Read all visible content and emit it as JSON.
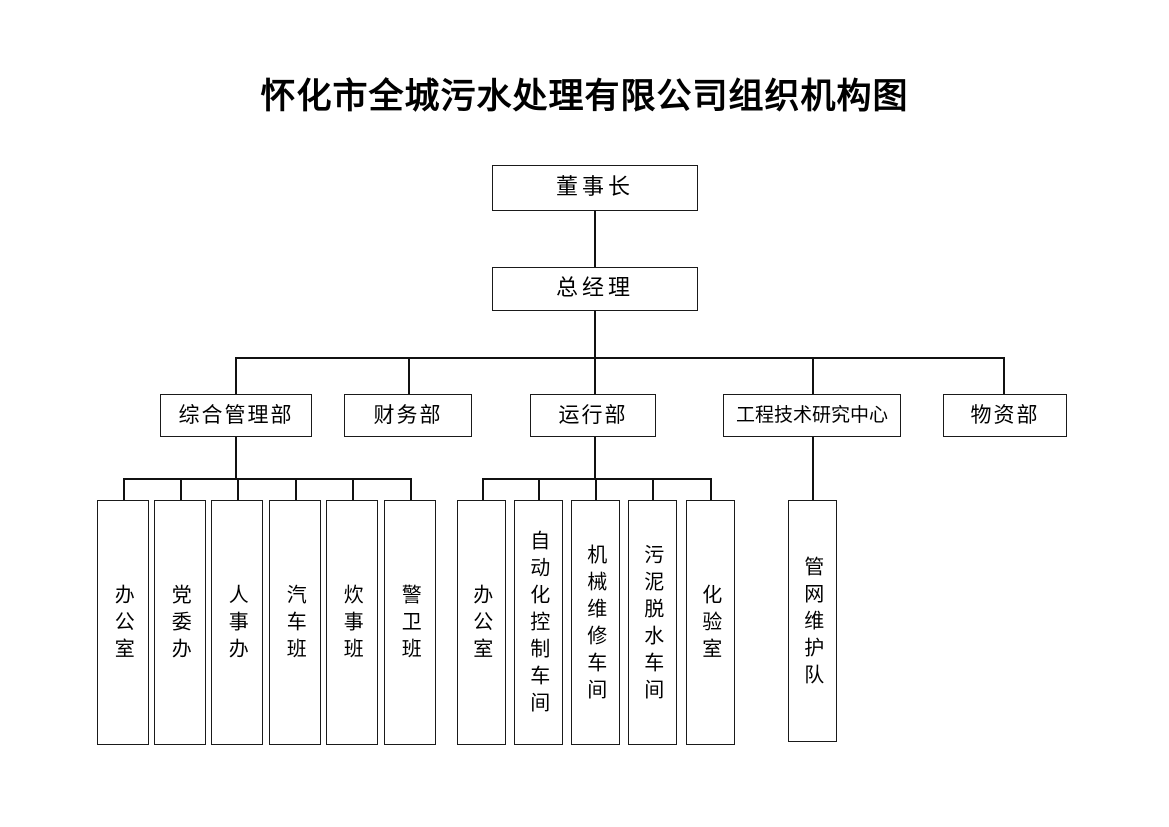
{
  "document": {
    "title": "怀化市全城污水处理有限公司组织机构图"
  },
  "chart_data": {
    "type": "diagram",
    "diagram_kind": "organizational-chart",
    "orientation": "top-down",
    "title": "怀化市全城污水处理有限公司组织机构图",
    "levels": 4,
    "node_count": 20,
    "nodes": [
      {
        "id": "chairman",
        "label": "董事长",
        "level": 1,
        "parent": null,
        "text_direction": "horizontal"
      },
      {
        "id": "general-manager",
        "label": "总经理",
        "level": 2,
        "parent": "chairman",
        "text_direction": "horizontal"
      },
      {
        "id": "dept-general-management",
        "label": "综合管理部",
        "level": 3,
        "parent": "general-manager",
        "text_direction": "horizontal"
      },
      {
        "id": "dept-finance",
        "label": "财务部",
        "level": 3,
        "parent": "general-manager",
        "text_direction": "horizontal"
      },
      {
        "id": "dept-operations",
        "label": "运行部",
        "level": 3,
        "parent": "general-manager",
        "text_direction": "horizontal"
      },
      {
        "id": "dept-engineering-research-center",
        "label": "工程技术研究中心",
        "level": 3,
        "parent": "general-manager",
        "text_direction": "horizontal"
      },
      {
        "id": "dept-materials",
        "label": "物资部",
        "level": 3,
        "parent": "general-manager",
        "text_direction": "horizontal"
      },
      {
        "id": "unit-office-gm",
        "label": "办公室",
        "level": 4,
        "parent": "dept-general-management",
        "text_direction": "vertical"
      },
      {
        "id": "unit-party-committee-office",
        "label": "党委办",
        "level": 4,
        "parent": "dept-general-management",
        "text_direction": "vertical"
      },
      {
        "id": "unit-hr-office",
        "label": "人事办",
        "level": 4,
        "parent": "dept-general-management",
        "text_direction": "vertical"
      },
      {
        "id": "unit-vehicle-team",
        "label": "汽车班",
        "level": 4,
        "parent": "dept-general-management",
        "text_direction": "vertical"
      },
      {
        "id": "unit-catering-team",
        "label": "炊事班",
        "level": 4,
        "parent": "dept-general-management",
        "text_direction": "vertical"
      },
      {
        "id": "unit-security-team",
        "label": "警卫班",
        "level": 4,
        "parent": "dept-general-management",
        "text_direction": "vertical"
      },
      {
        "id": "unit-office-ops",
        "label": "办公室",
        "level": 4,
        "parent": "dept-operations",
        "text_direction": "vertical"
      },
      {
        "id": "unit-automation-control-workshop",
        "label": "自动化控制车间",
        "level": 4,
        "parent": "dept-operations",
        "text_direction": "vertical"
      },
      {
        "id": "unit-mechanical-maintenance-workshop",
        "label": "机械维修车间",
        "level": 4,
        "parent": "dept-operations",
        "text_direction": "vertical"
      },
      {
        "id": "unit-sludge-dewatering-workshop",
        "label": "污泥脱水车间",
        "level": 4,
        "parent": "dept-operations",
        "text_direction": "vertical"
      },
      {
        "id": "unit-laboratory",
        "label": "化验室",
        "level": 4,
        "parent": "dept-operations",
        "text_direction": "vertical"
      },
      {
        "id": "unit-pipe-network-maintenance-team",
        "label": "管网维护队",
        "level": 4,
        "parent": "dept-engineering-research-center",
        "text_direction": "vertical"
      }
    ],
    "colors": {
      "background": "#ffffff",
      "box_border": "#1a1a1a",
      "connector": "#111111",
      "text": "#000000"
    }
  },
  "level1": {
    "chairman": "董事长"
  },
  "level2": {
    "general_manager": "总经理"
  },
  "departments": [
    {
      "label": "综合管理部"
    },
    {
      "label": "财务部"
    },
    {
      "label": "运行部"
    },
    {
      "label": "工程技术研究中心"
    },
    {
      "label": "物资部"
    }
  ],
  "general_management_units": [
    {
      "label": "办公室"
    },
    {
      "label": "党委办"
    },
    {
      "label": "人事办"
    },
    {
      "label": "汽车班"
    },
    {
      "label": "炊事班"
    },
    {
      "label": "警卫班"
    }
  ],
  "operations_units": [
    {
      "label": "办公室"
    },
    {
      "label": "自动化控制车间"
    },
    {
      "label": "机械维修车间"
    },
    {
      "label": "污泥脱水车间"
    },
    {
      "label": "化验室"
    }
  ],
  "engineering_units": [
    {
      "label": "管网维护队"
    }
  ]
}
